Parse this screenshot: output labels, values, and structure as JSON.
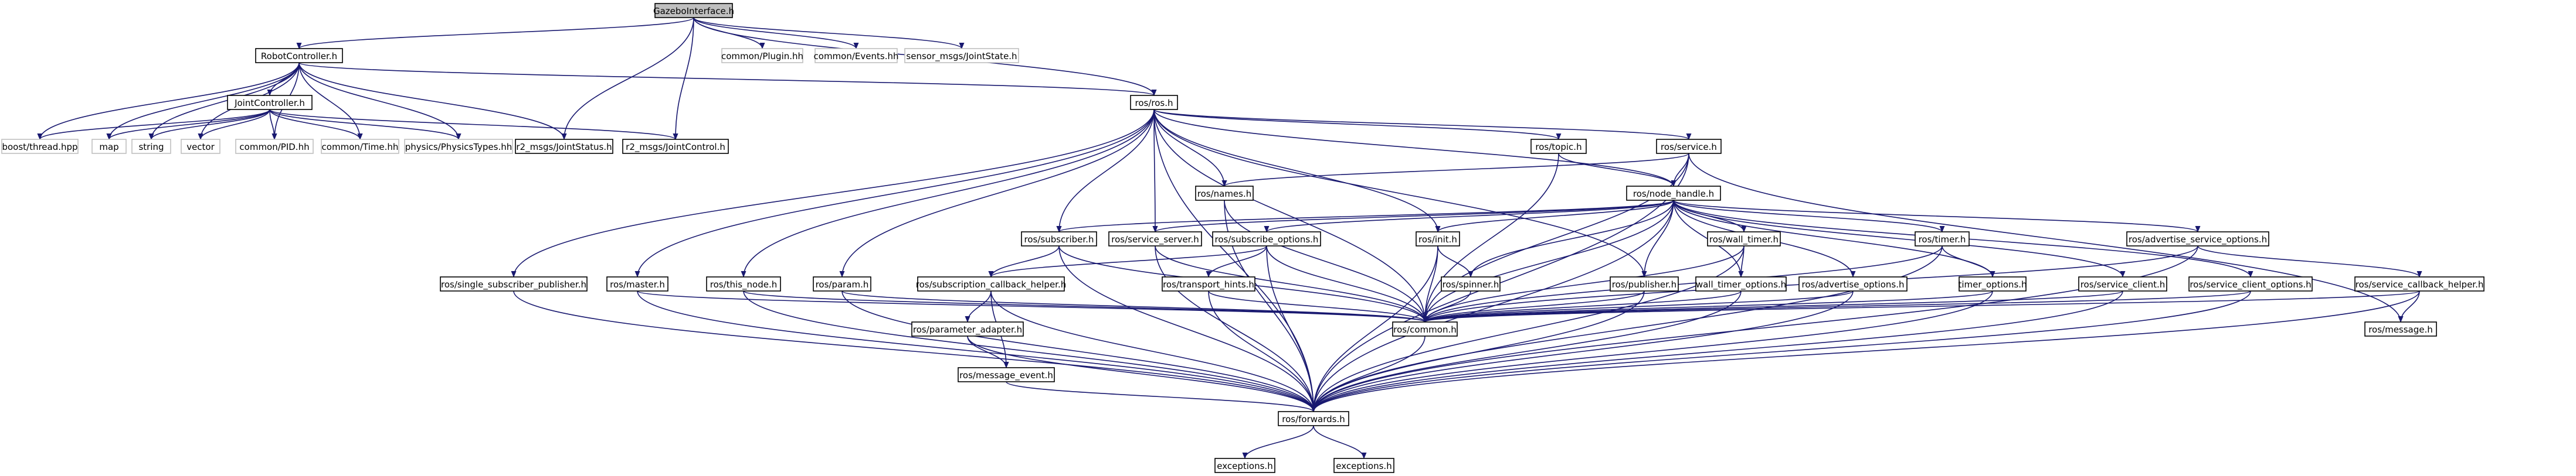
{
  "nodes": {
    "gazebo_interface": "GazeboInterface.h",
    "robot_controller": "RobotController.h",
    "common_plugin": "common/Plugin.hh",
    "common_events": "common/Events.hh",
    "sensor_jointstate": "sensor_msgs/JointState.h",
    "joint_controller": "JointController.h",
    "ros_h": "ros/ros.h",
    "boost_thread": "boost/thread.hpp",
    "map": "map",
    "string": "string",
    "vector": "vector",
    "common_pid": "common/PID.hh",
    "common_time": "common/Time.hh",
    "physics_types": "physics/PhysicsTypes.hh",
    "r2_jointstatus": "r2_msgs/JointStatus.h",
    "r2_jointcontrol": "r2_msgs/JointControl.h",
    "ros_topic": "ros/topic.h",
    "ros_service": "ros/service.h",
    "ros_names": "ros/names.h",
    "ros_node_handle": "ros/node_handle.h",
    "ros_subscriber": "ros/subscriber.h",
    "ros_service_server": "ros/service_server.h",
    "ros_subscribe_options": "ros/subscribe_options.h",
    "ros_init": "ros/init.h",
    "ros_wall_timer": "ros/wall_timer.h",
    "ros_timer": "ros/timer.h",
    "ros_advertise_service_options": "ros/advertise_service_options.h",
    "ros_single_subscriber_publisher": "ros/single_subscriber_publisher.h",
    "ros_master": "ros/master.h",
    "ros_this_node": "ros/this_node.h",
    "ros_param": "ros/param.h",
    "ros_subscription_callback_helper": "ros/subscription_callback_helper.h",
    "ros_transport_hints": "ros/transport_hints.h",
    "ros_spinner": "ros/spinner.h",
    "ros_publisher": "ros/publisher.h",
    "wall_timer_options": "wall_timer_options.h",
    "ros_advertise_options": "ros/advertise_options.h",
    "timer_options": "timer_options.h",
    "ros_service_client": "ros/service_client.h",
    "ros_service_client_options": "ros/service_client_options.h",
    "ros_service_callback_helper": "ros/service_callback_helper.h",
    "ros_parameter_adapter": "ros/parameter_adapter.h",
    "ros_common": "ros/common.h",
    "ros_message": "ros/message.h",
    "ros_message_event": "ros/message_event.h",
    "ros_forwards": "ros/forwards.h",
    "exceptions_1": "exceptions.h",
    "exceptions_2": "exceptions.h"
  },
  "edges": [
    [
      "gazebo_interface",
      "robot_controller"
    ],
    [
      "gazebo_interface",
      "common_plugin"
    ],
    [
      "gazebo_interface",
      "common_events"
    ],
    [
      "gazebo_interface",
      "sensor_jointstate"
    ],
    [
      "gazebo_interface",
      "ros_h"
    ],
    [
      "gazebo_interface",
      "r2_jointstatus"
    ],
    [
      "gazebo_interface",
      "r2_jointcontrol"
    ],
    [
      "robot_controller",
      "joint_controller"
    ],
    [
      "robot_controller",
      "ros_h"
    ],
    [
      "robot_controller",
      "boost_thread"
    ],
    [
      "robot_controller",
      "map"
    ],
    [
      "robot_controller",
      "string"
    ],
    [
      "robot_controller",
      "vector"
    ],
    [
      "robot_controller",
      "common_pid"
    ],
    [
      "robot_controller",
      "common_time"
    ],
    [
      "robot_controller",
      "physics_types"
    ],
    [
      "robot_controller",
      "r2_jointstatus"
    ],
    [
      "joint_controller",
      "boost_thread"
    ],
    [
      "joint_controller",
      "map"
    ],
    [
      "joint_controller",
      "string"
    ],
    [
      "joint_controller",
      "vector"
    ],
    [
      "joint_controller",
      "common_pid"
    ],
    [
      "joint_controller",
      "common_time"
    ],
    [
      "joint_controller",
      "physics_types"
    ],
    [
      "joint_controller",
      "r2_jointcontrol"
    ],
    [
      "ros_h",
      "ros_topic"
    ],
    [
      "ros_h",
      "ros_service"
    ],
    [
      "ros_h",
      "ros_names"
    ],
    [
      "ros_h",
      "ros_node_handle"
    ],
    [
      "ros_h",
      "ros_subscriber"
    ],
    [
      "ros_h",
      "ros_service_server"
    ],
    [
      "ros_h",
      "ros_init"
    ],
    [
      "ros_h",
      "ros_single_subscriber_publisher"
    ],
    [
      "ros_h",
      "ros_master"
    ],
    [
      "ros_h",
      "ros_this_node"
    ],
    [
      "ros_h",
      "ros_param"
    ],
    [
      "ros_h",
      "ros_publisher"
    ],
    [
      "ros_h",
      "ros_common"
    ],
    [
      "ros_h",
      "ros_forwards"
    ],
    [
      "ros_topic",
      "ros_node_handle"
    ],
    [
      "ros_topic",
      "ros_common"
    ],
    [
      "ros_service",
      "ros_node_handle"
    ],
    [
      "ros_service",
      "ros_names"
    ],
    [
      "ros_service",
      "ros_common"
    ],
    [
      "ros_service",
      "ros_message"
    ],
    [
      "ros_service",
      "ros_forwards"
    ],
    [
      "ros_names",
      "ros_common"
    ],
    [
      "ros_names",
      "ros_forwards"
    ],
    [
      "ros_node_handle",
      "ros_subscriber"
    ],
    [
      "ros_node_handle",
      "ros_service_server"
    ],
    [
      "ros_node_handle",
      "ros_subscribe_options"
    ],
    [
      "ros_node_handle",
      "ros_init"
    ],
    [
      "ros_node_handle",
      "ros_wall_timer"
    ],
    [
      "ros_node_handle",
      "ros_timer"
    ],
    [
      "ros_node_handle",
      "ros_advertise_service_options"
    ],
    [
      "ros_node_handle",
      "ros_spinner"
    ],
    [
      "ros_node_handle",
      "ros_publisher"
    ],
    [
      "ros_node_handle",
      "wall_timer_options"
    ],
    [
      "ros_node_handle",
      "ros_advertise_options"
    ],
    [
      "ros_node_handle",
      "timer_options"
    ],
    [
      "ros_node_handle",
      "ros_service_client"
    ],
    [
      "ros_node_handle",
      "ros_service_client_options"
    ],
    [
      "ros_node_handle",
      "ros_common"
    ],
    [
      "ros_node_handle",
      "ros_forwards"
    ],
    [
      "ros_subscriber",
      "ros_subscription_callback_helper"
    ],
    [
      "ros_subscriber",
      "ros_common"
    ],
    [
      "ros_subscriber",
      "ros_forwards"
    ],
    [
      "ros_service_server",
      "ros_common"
    ],
    [
      "ros_service_server",
      "ros_forwards"
    ],
    [
      "ros_subscribe_options",
      "ros_subscription_callback_helper"
    ],
    [
      "ros_subscribe_options",
      "ros_transport_hints"
    ],
    [
      "ros_subscribe_options",
      "ros_common"
    ],
    [
      "ros_subscribe_options",
      "ros_forwards"
    ],
    [
      "ros_init",
      "ros_spinner"
    ],
    [
      "ros_init",
      "ros_forwards"
    ],
    [
      "ros_init",
      "ros_common"
    ],
    [
      "ros_wall_timer",
      "wall_timer_options"
    ],
    [
      "ros_wall_timer",
      "ros_common"
    ],
    [
      "ros_wall_timer",
      "ros_forwards"
    ],
    [
      "ros_timer",
      "timer_options"
    ],
    [
      "ros_timer",
      "ros_common"
    ],
    [
      "ros_timer",
      "ros_forwards"
    ],
    [
      "ros_advertise_service_options",
      "ros_service_callback_helper"
    ],
    [
      "ros_advertise_service_options",
      "ros_common"
    ],
    [
      "ros_advertise_service_options",
      "ros_forwards"
    ],
    [
      "ros_single_subscriber_publisher",
      "ros_forwards"
    ],
    [
      "ros_master",
      "ros_common"
    ],
    [
      "ros_master",
      "ros_forwards"
    ],
    [
      "ros_this_node",
      "ros_common"
    ],
    [
      "ros_this_node",
      "ros_forwards"
    ],
    [
      "ros_param",
      "ros_common"
    ],
    [
      "ros_param",
      "ros_forwards"
    ],
    [
      "ros_subscription_callback_helper",
      "ros_parameter_adapter"
    ],
    [
      "ros_subscription_callback_helper",
      "ros_message_event"
    ],
    [
      "ros_subscription_callback_helper",
      "ros_forwards"
    ],
    [
      "ros_transport_hints",
      "ros_common"
    ],
    [
      "ros_transport_hints",
      "ros_forwards"
    ],
    [
      "ros_spinner",
      "ros_common"
    ],
    [
      "ros_publisher",
      "ros_common"
    ],
    [
      "ros_publisher",
      "ros_forwards"
    ],
    [
      "wall_timer_options",
      "ros_common"
    ],
    [
      "wall_timer_options",
      "ros_forwards"
    ],
    [
      "ros_advertise_options",
      "ros_common"
    ],
    [
      "ros_advertise_options",
      "ros_forwards"
    ],
    [
      "timer_options",
      "ros_common"
    ],
    [
      "timer_options",
      "ros_forwards"
    ],
    [
      "ros_service_client",
      "ros_common"
    ],
    [
      "ros_service_client",
      "ros_forwards"
    ],
    [
      "ros_service_client_options",
      "ros_common"
    ],
    [
      "ros_service_client_options",
      "ros_forwards"
    ],
    [
      "ros_service_callback_helper",
      "ros_common"
    ],
    [
      "ros_service_callback_helper",
      "ros_message"
    ],
    [
      "ros_service_callback_helper",
      "ros_forwards"
    ],
    [
      "ros_parameter_adapter",
      "ros_message_event"
    ],
    [
      "ros_parameter_adapter",
      "ros_forwards"
    ],
    [
      "ros_message_event",
      "ros_forwards"
    ],
    [
      "ros_common",
      "ros_forwards"
    ],
    [
      "ros_forwards",
      "exceptions_1"
    ],
    [
      "ros_forwards",
      "exceptions_2"
    ]
  ]
}
